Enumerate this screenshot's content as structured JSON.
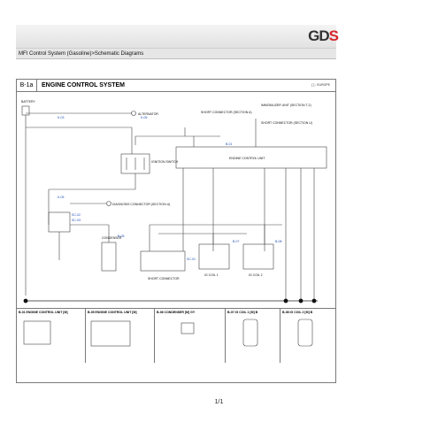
{
  "logo": {
    "text_main": "GD",
    "text_accent": "S"
  },
  "breadcrumb": "MFI Control System (Gasoline)>Schematic Diagrams",
  "sheet": {
    "code": "B-1a",
    "title": "ENGINE CONTROL SYSTEM",
    "region": "[ ] : EUROPE"
  },
  "labels": {
    "battery": "BATTERY",
    "alternator": "ALTERNATOR",
    "ignition_switch": "IGNITION SWITCH",
    "diagnosis_connector": "DIAGNOSIS CONNECTOR (SECTION U)",
    "short_connector_sect_a": "SHORT CONNECTOR (SECTION A)",
    "short_connector_sect_u": "SHORT CONNECTOR (SECTION U)",
    "immobilizer_unit": "IMMOBILIZER UNIT (SECTION T-2)",
    "engine_control_unit": "ENGINE CONTROL UNIT",
    "short_connector": "SHORT CONNECTOR",
    "condenser": "CONDENSER",
    "ig_coil_1": "IG COIL 1",
    "ig_coil_2": "IG COIL 2"
  },
  "connector_ids": [
    "B-01",
    "B-07",
    "B-08",
    "SC-01",
    "SC-03",
    "K-03",
    "K-05",
    "K-06",
    "B-06",
    "SC-02"
  ],
  "connectors": [
    {
      "label": "B-01 ENGINE CONTROL UNIT [M]"
    },
    {
      "label": "B-05 ENGINE CONTROL UNIT [M]"
    },
    {
      "label": "B-06 CONDENSER [M] GY"
    },
    {
      "label": "B-07 IG COIL 1 [M] B"
    },
    {
      "label": "B-08 IG COIL 2 [M] B"
    }
  ],
  "page_number": "1/1"
}
